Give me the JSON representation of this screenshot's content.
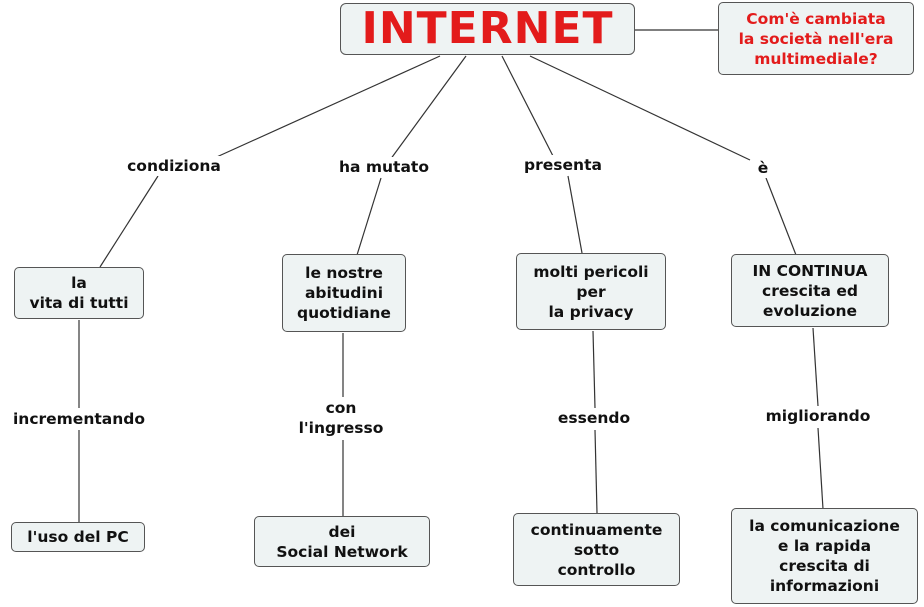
{
  "root": {
    "label": "INTERNET"
  },
  "question": {
    "label": "Com'è cambiata\nla società nell'era\nmultimediale?"
  },
  "branches": [
    {
      "link": "condiziona",
      "node": "la\nvita di tutti",
      "sub_link": "incrementando",
      "leaf": "l'uso del PC"
    },
    {
      "link": "ha mutato",
      "node": "le nostre\nabitudini\nquotidiane",
      "sub_link": "con\nl'ingresso",
      "leaf": "dei\n Social Network"
    },
    {
      "link": "presenta",
      "node": "molti pericoli\nper\nla privacy",
      "sub_link": "essendo",
      "leaf": "continuamente\nsotto\ncontrollo"
    },
    {
      "link": "è",
      "node": "IN CONTINUA\ncrescita ed\nevoluzione",
      "sub_link": "migliorando",
      "leaf": "la comunicazione\ne la rapida\ncrescita di\ninformazioni"
    }
  ],
  "colors": {
    "accent": "#e31b1b",
    "node_fill": "#eef3f3",
    "line": "#333333"
  }
}
